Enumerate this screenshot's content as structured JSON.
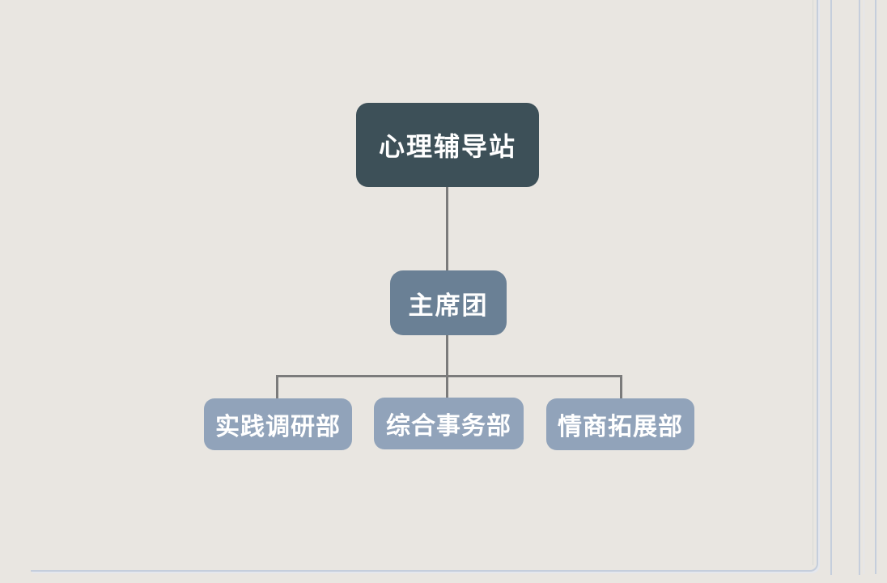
{
  "diagram": {
    "type": "org-chart",
    "root": {
      "label": "心理辅导站"
    },
    "level2": [
      {
        "label": "主席团"
      }
    ],
    "level3": [
      {
        "label": "实践调研部"
      },
      {
        "label": "综合事务部"
      },
      {
        "label": "情商拓展部"
      }
    ]
  },
  "theme": {
    "background": "#e9e6e1",
    "root_fill": "#3d5058",
    "mid_fill": "#6a8095",
    "leaf_fill": "#91a3ba",
    "node_text": "#ffffff",
    "connector": "#7b7b7b",
    "frame_line": "#c5cedc",
    "frame_line_light": "#e4e7ed",
    "pinstripe_faint": "#d7d8d6"
  }
}
